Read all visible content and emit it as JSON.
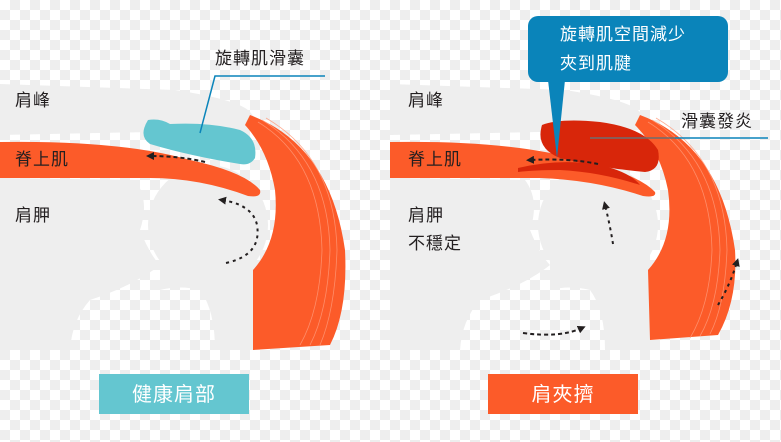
{
  "colors": {
    "bone": "#eeeeee",
    "muscle": "#fc5b29",
    "muscle_dark": "#d8260a",
    "bursa_healthy": "#64c6d0",
    "callout": "#0a84ba",
    "text": "#231f20",
    "arrow": "#231f20"
  },
  "left_panel": {
    "labels": {
      "acromion": "肩峰",
      "supraspinatus": "脊上肌",
      "scapula": "肩胛"
    },
    "annotation": "旋轉肌滑囊",
    "tag": "健康肩部"
  },
  "right_panel": {
    "labels": {
      "acromion": "肩峰",
      "supraspinatus": "脊上肌",
      "scapula_line1": "肩胛",
      "scapula_line2": "不穩定"
    },
    "callout": {
      "line1": "旋轉肌空間減少",
      "line2": "夾到肌腱"
    },
    "annotation": "滑囊發炎",
    "tag": "肩夾擠"
  }
}
